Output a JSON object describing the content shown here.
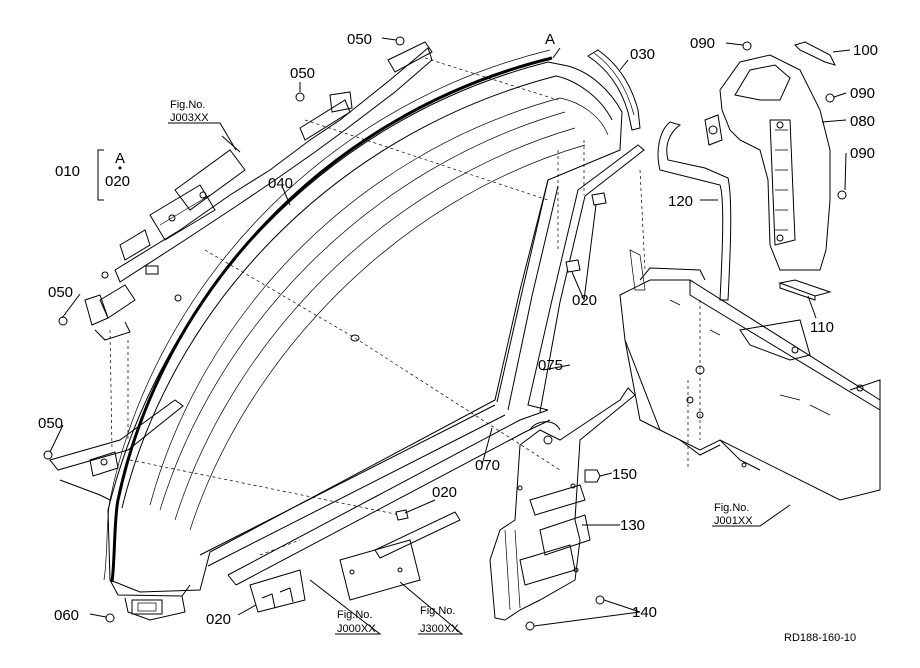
{
  "part_numbers": {
    "p010": "010",
    "p020_a": "020",
    "p020_b": "020",
    "p020_c": "020",
    "p020_d": "020",
    "p030": "030",
    "p040": "040",
    "p050_a": "050",
    "p050_b": "050",
    "p050_c": "050",
    "p050_d": "050",
    "p060": "060",
    "p070": "070",
    "p075": "075",
    "p080": "080",
    "p090_a": "090",
    "p090_b": "090",
    "p090_c": "090",
    "p100": "100",
    "p110": "110",
    "p120": "120",
    "p130": "130",
    "p140": "140",
    "p150": "150"
  },
  "markers": {
    "a_top": "A",
    "a_group": "A"
  },
  "fig_refs": {
    "j003": {
      "label": "Fig.No.",
      "code": "J003XX"
    },
    "j001": {
      "label": "Fig.No.",
      "code": "J001XX"
    },
    "j000": {
      "label": "Fig.No.",
      "code": "J000XX"
    },
    "j300": {
      "label": "Fig.No.",
      "code": "J300XX"
    }
  },
  "drawing_code": "RD188-160-10"
}
